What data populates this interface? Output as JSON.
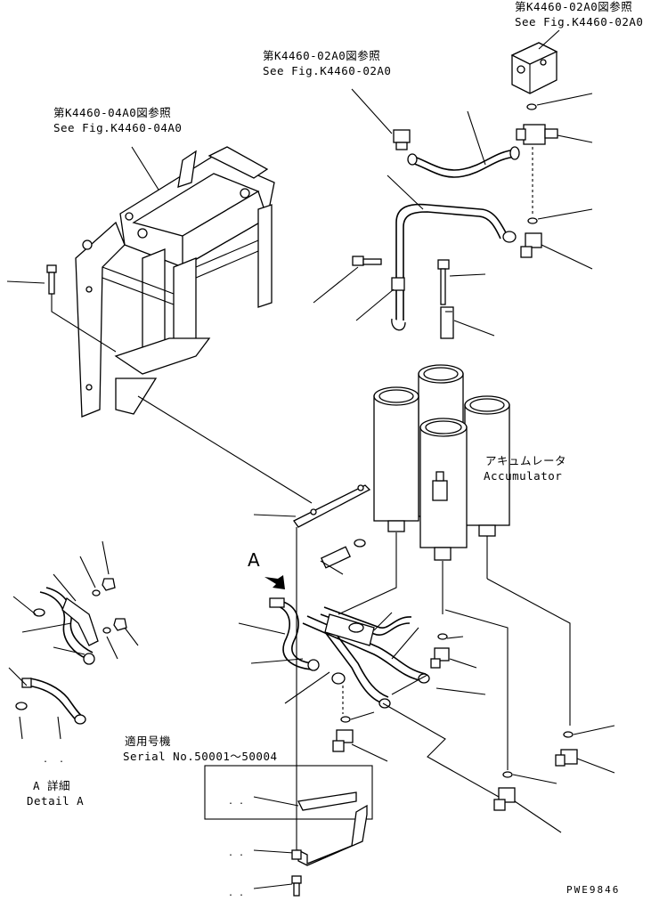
{
  "references": {
    "top_right": {
      "jp": "第K4460-02A0図参照",
      "en": "See Fig.K4460-02A0"
    },
    "top_middle": {
      "jp": "第K4460-02A0図参照",
      "en": "See Fig.K4460-02A0"
    },
    "left_frame": {
      "jp": "第K4460-04A0図参照",
      "en": "See Fig.K4460-04A0"
    }
  },
  "accumulator": {
    "jp": "アキュムレータ",
    "en": "Accumulator"
  },
  "view_arrow": "A",
  "detail": {
    "jp": "A 詳細",
    "en": "Detail A"
  },
  "serial": {
    "jp": "適用号機",
    "en": "Serial No.50001～50004"
  },
  "drawing_id": "PWE9846"
}
